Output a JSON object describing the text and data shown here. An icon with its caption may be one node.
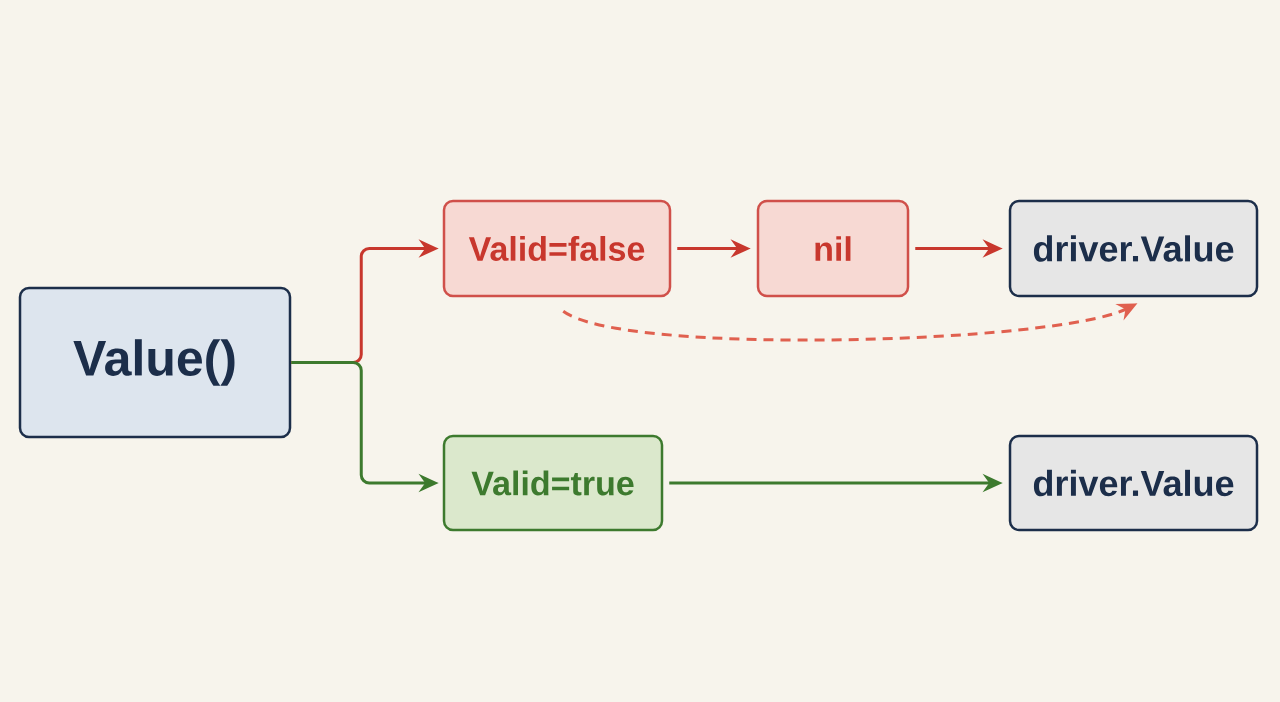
{
  "diagram": {
    "nodes": [
      {
        "text": [
          "Value()"
        ]
      },
      {
        "text": [
          "Valid=false"
        ]
      },
      {
        "text": [
          "nil"
        ]
      },
      {
        "text": [
          "driver.Value"
        ]
      },
      {
        "text": [
          "Valid=true"
        ]
      },
      {
        "text": [
          "driver.Value"
        ]
      }
    ],
    "edges": [
      {
        "from": 0,
        "to": 1,
        "arrow": "to",
        "color": "#c8372d"
      },
      {
        "from": 1,
        "to": 2,
        "arrow": "to",
        "color": "#c8372d"
      },
      {
        "from": 2,
        "to": 3,
        "arrow": "to",
        "color": "#c8372d"
      },
      {
        "from": 1,
        "to": 3,
        "arrow": "to",
        "style": "dashed",
        "color": "#e0604f"
      },
      {
        "from": 0,
        "to": 4,
        "arrow": "to",
        "color": "#3d7a2e"
      },
      {
        "from": 4,
        "to": 5,
        "arrow": "to",
        "color": "#3d7a2e"
      }
    ]
  }
}
